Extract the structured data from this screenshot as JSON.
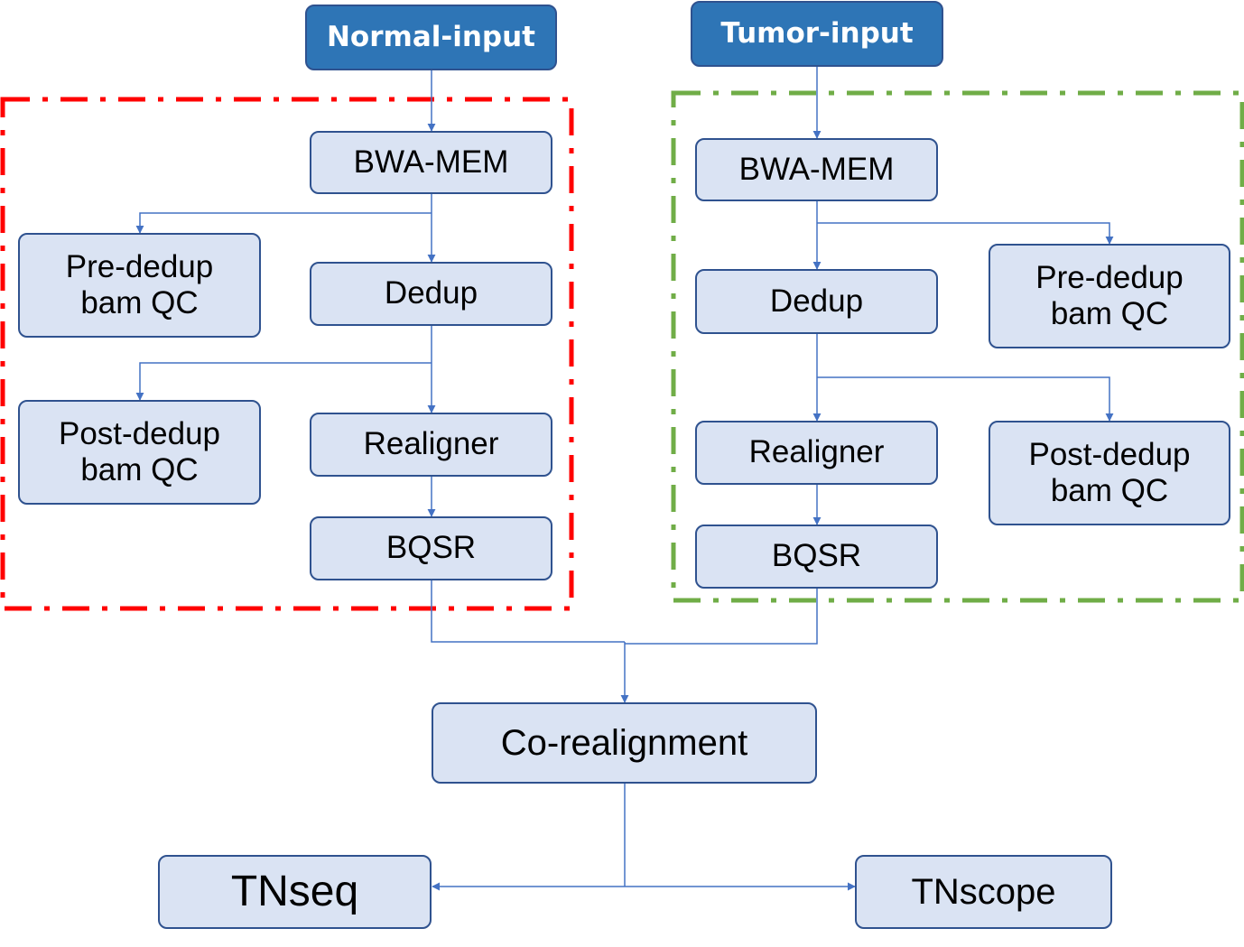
{
  "colors": {
    "box_fill": "#dae3f3",
    "box_border": "#2f528f",
    "input_fill": "#2e75b6",
    "connector": "#4472c4",
    "normal_group_border": "#ff0000",
    "tumor_group_border": "#70ad47"
  },
  "normal": {
    "input_label": "Normal-input",
    "bwa_label": "BWA-MEM",
    "pre_qc_label": "Pre-dedup\nbam QC",
    "dedup_label": "Dedup",
    "post_qc_label": "Post-dedup\nbam QC",
    "realigner_label": "Realigner",
    "bqsr_label": "BQSR"
  },
  "tumor": {
    "input_label": "Tumor-input",
    "bwa_label": "BWA-MEM",
    "dedup_label": "Dedup",
    "pre_qc_label": "Pre-dedup\nbam QC",
    "realigner_label": "Realigner",
    "post_qc_label": "Post-dedup\nbam QC",
    "bqsr_label": "BQSR"
  },
  "corealign_label": "Co-realignment",
  "tnseq_label": "TNseq",
  "tnscope_label": "TNscope"
}
